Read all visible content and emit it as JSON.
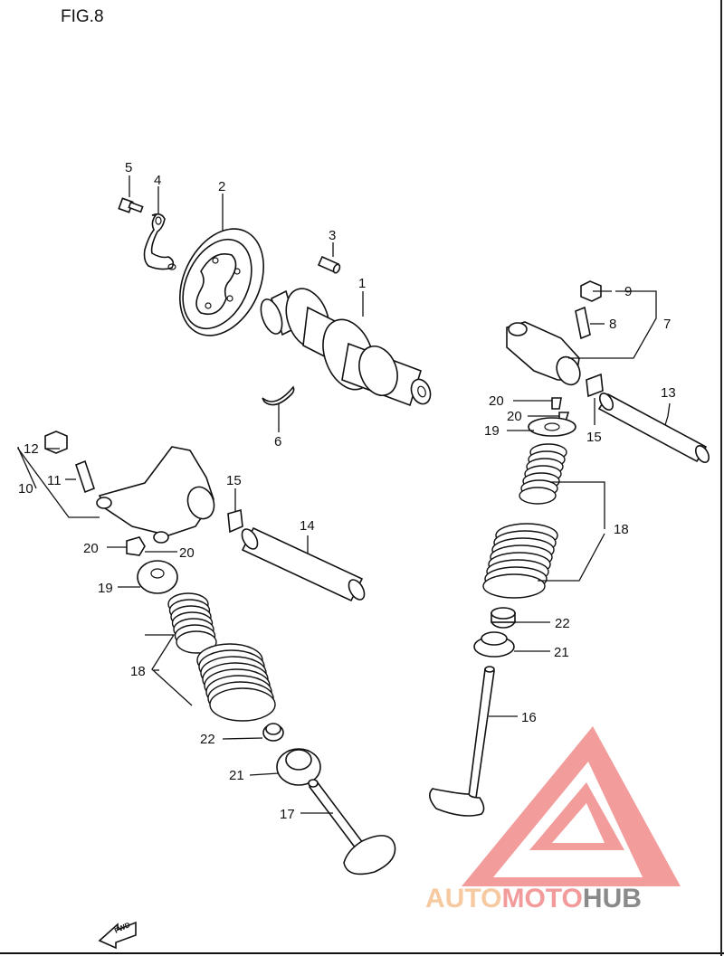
{
  "figure": {
    "title": "FIG.8"
  },
  "callouts": {
    "n1": "1",
    "n2": "2",
    "n3": "3",
    "n4": "4",
    "n5": "5",
    "n6": "6",
    "n7": "7",
    "n8": "8",
    "n9": "9",
    "n10": "10",
    "n11": "11",
    "n12": "12",
    "n13": "13",
    "n14": "14",
    "n15a": "15",
    "n15b": "15",
    "n16": "16",
    "n17": "17",
    "n18a": "18",
    "n18b": "18",
    "n19a": "19",
    "n19b": "19",
    "n20a": "20",
    "n20b": "20",
    "n20c": "20",
    "n20d": "20",
    "n21a": "21",
    "n21b": "21",
    "n22a": "22",
    "n22b": "22"
  },
  "direction_arrow": {
    "label": "FWD",
    "icon": "fwd-arrow-icon"
  },
  "watermark": {
    "auto": "AUTO",
    "moto": "MOTO",
    "hub": "HUB",
    "colors": {
      "auto": "#f7c9a0",
      "moto": "#f39a9a",
      "hub": "#8a8a8a",
      "logo": "#f08b8b"
    }
  }
}
